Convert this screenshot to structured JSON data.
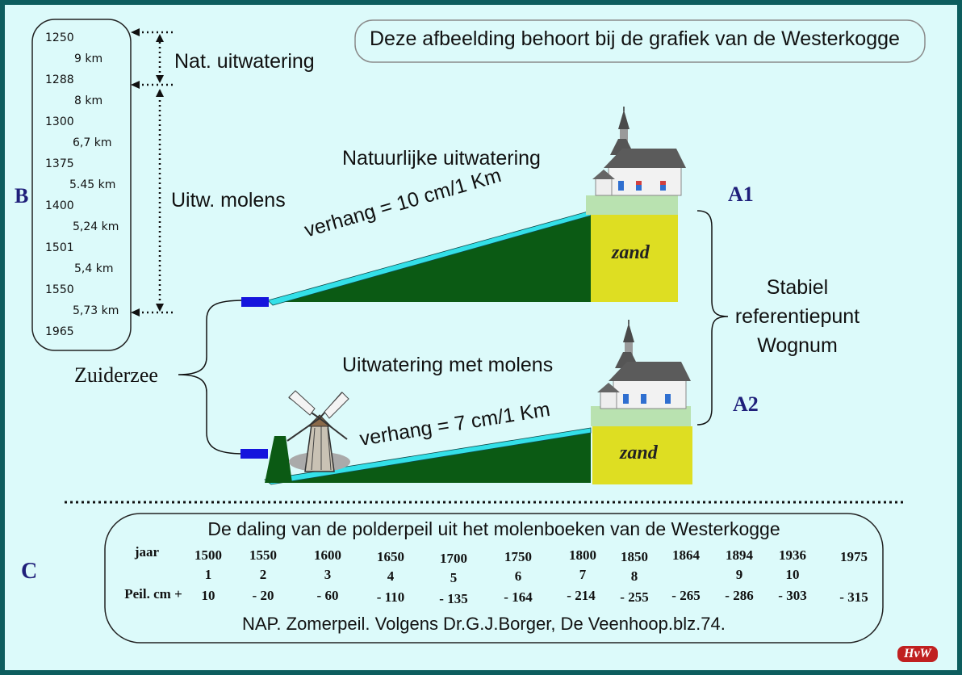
{
  "header_note": "Deze afbeelding behoort bij de grafiek van de Westerkogge",
  "timeline": {
    "years": [
      "1250",
      "1288",
      "1300",
      "1375",
      "1400",
      "1501",
      "1550",
      "1965"
    ],
    "distances": [
      "9 km",
      "8 km",
      "6,7 km",
      "5.45  km",
      "5,24 km",
      "5,4  km",
      "5,73 km"
    ]
  },
  "labels": {
    "section_b": "B",
    "section_c": "C",
    "nat_uitwatering": "Nat. uitwatering",
    "uitw_molens": "Uitw. molens",
    "zuiderzee": "Zuiderzee",
    "natuurlijke_uitwatering": "Natuurlijke uitwatering",
    "uitwatering_met_molens": "Uitwatering met molens",
    "verhang_top": "verhang = 10 cm/1 Km",
    "verhang_bottom": "verhang = 7 cm/1 Km",
    "zand": "zand",
    "a1": "A1",
    "a2": "A2",
    "stabiel_line1": "Stabiel",
    "stabiel_line2": "referentiepunt",
    "stabiel_line3": "Wognum",
    "signature": "HvW"
  },
  "table": {
    "title": "De daling van de polderpeil uit het molenboeken van de Westerkogge",
    "row_label_year": "jaar",
    "row_label_peil": "Peil. cm  +",
    "years": [
      "1500",
      "1550",
      "1600",
      "1650",
      "1700",
      "1750",
      "1800",
      "1850",
      "1864",
      "1894",
      "1936",
      "1975"
    ],
    "indices": [
      "1",
      "2",
      "3",
      "4",
      "5",
      "6",
      "7",
      "8",
      "",
      "9",
      "10",
      ""
    ],
    "values": [
      "10",
      "- 20",
      "- 60",
      "- 110",
      "- 135",
      "- 164",
      "- 214",
      "- 255",
      "- 265",
      "- 286",
      "- 303",
      "- 315"
    ],
    "source": "NAP. Zomerpeil.  Volgens Dr.G.J.Borger,  De Veenhoop.blz.74."
  },
  "colors": {
    "background": "#dcfafa",
    "frame": "#0d5d5e",
    "slope_fill": "#0b5a14",
    "water_line": "#33e0e8",
    "zand": "#dede22",
    "sluice": "#1515dd",
    "label_navy": "#1f1f7a"
  }
}
